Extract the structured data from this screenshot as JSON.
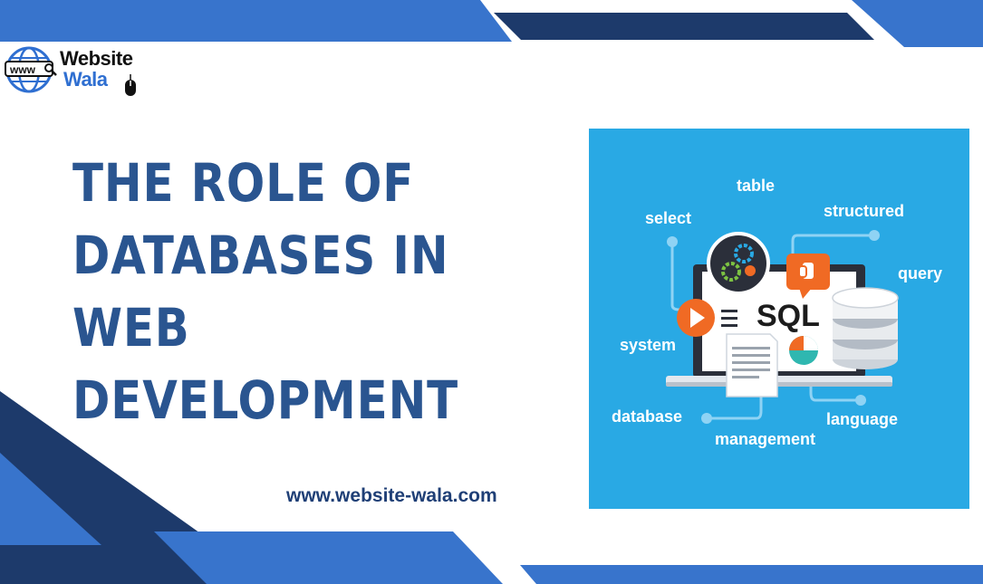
{
  "brand": {
    "name_line1": "Website",
    "name_line2": "Wala",
    "globe_label": "www"
  },
  "headline": {
    "lines": [
      "THE ROLE OF",
      "DATABASES IN",
      "WEB",
      "DEVELOPMENT"
    ]
  },
  "url": "www.website-wala.com",
  "illustration": {
    "center_label": "SQL",
    "terms": {
      "table": "table",
      "select": "select",
      "structured": "structured",
      "query": "query",
      "system": "system",
      "database": "database",
      "language": "language",
      "management": "management"
    }
  },
  "colors": {
    "headline": "#2a5590",
    "dark_blue": "#1d3a6b",
    "mid_blue": "#3874cc",
    "panel_bg": "#29a9e4",
    "accent_orange": "#f06a24"
  }
}
